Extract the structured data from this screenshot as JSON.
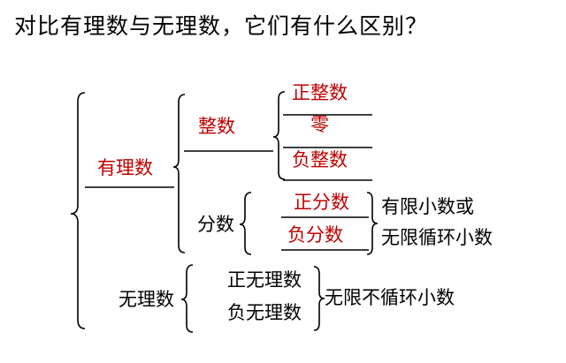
{
  "title": "对比有理数与无理数，它们有什么区别？",
  "diagram": {
    "rational": "有理数",
    "integer": "整数",
    "positive_integer": "正整数",
    "zero": "零",
    "negative_integer": "负整数",
    "fraction": "分数",
    "positive_fraction": "正分数",
    "negative_fraction": "负分数",
    "fraction_note_line1": "有限小数或",
    "fraction_note_line2": "无限循环小数",
    "irrational": "无理数",
    "positive_irrational": "正无理数",
    "negative_irrational": "负无理数",
    "irrational_note": "无限不循环小数"
  },
  "colors": {
    "text": "#000000",
    "accent_red": "#c00000",
    "lines": "#000000"
  }
}
